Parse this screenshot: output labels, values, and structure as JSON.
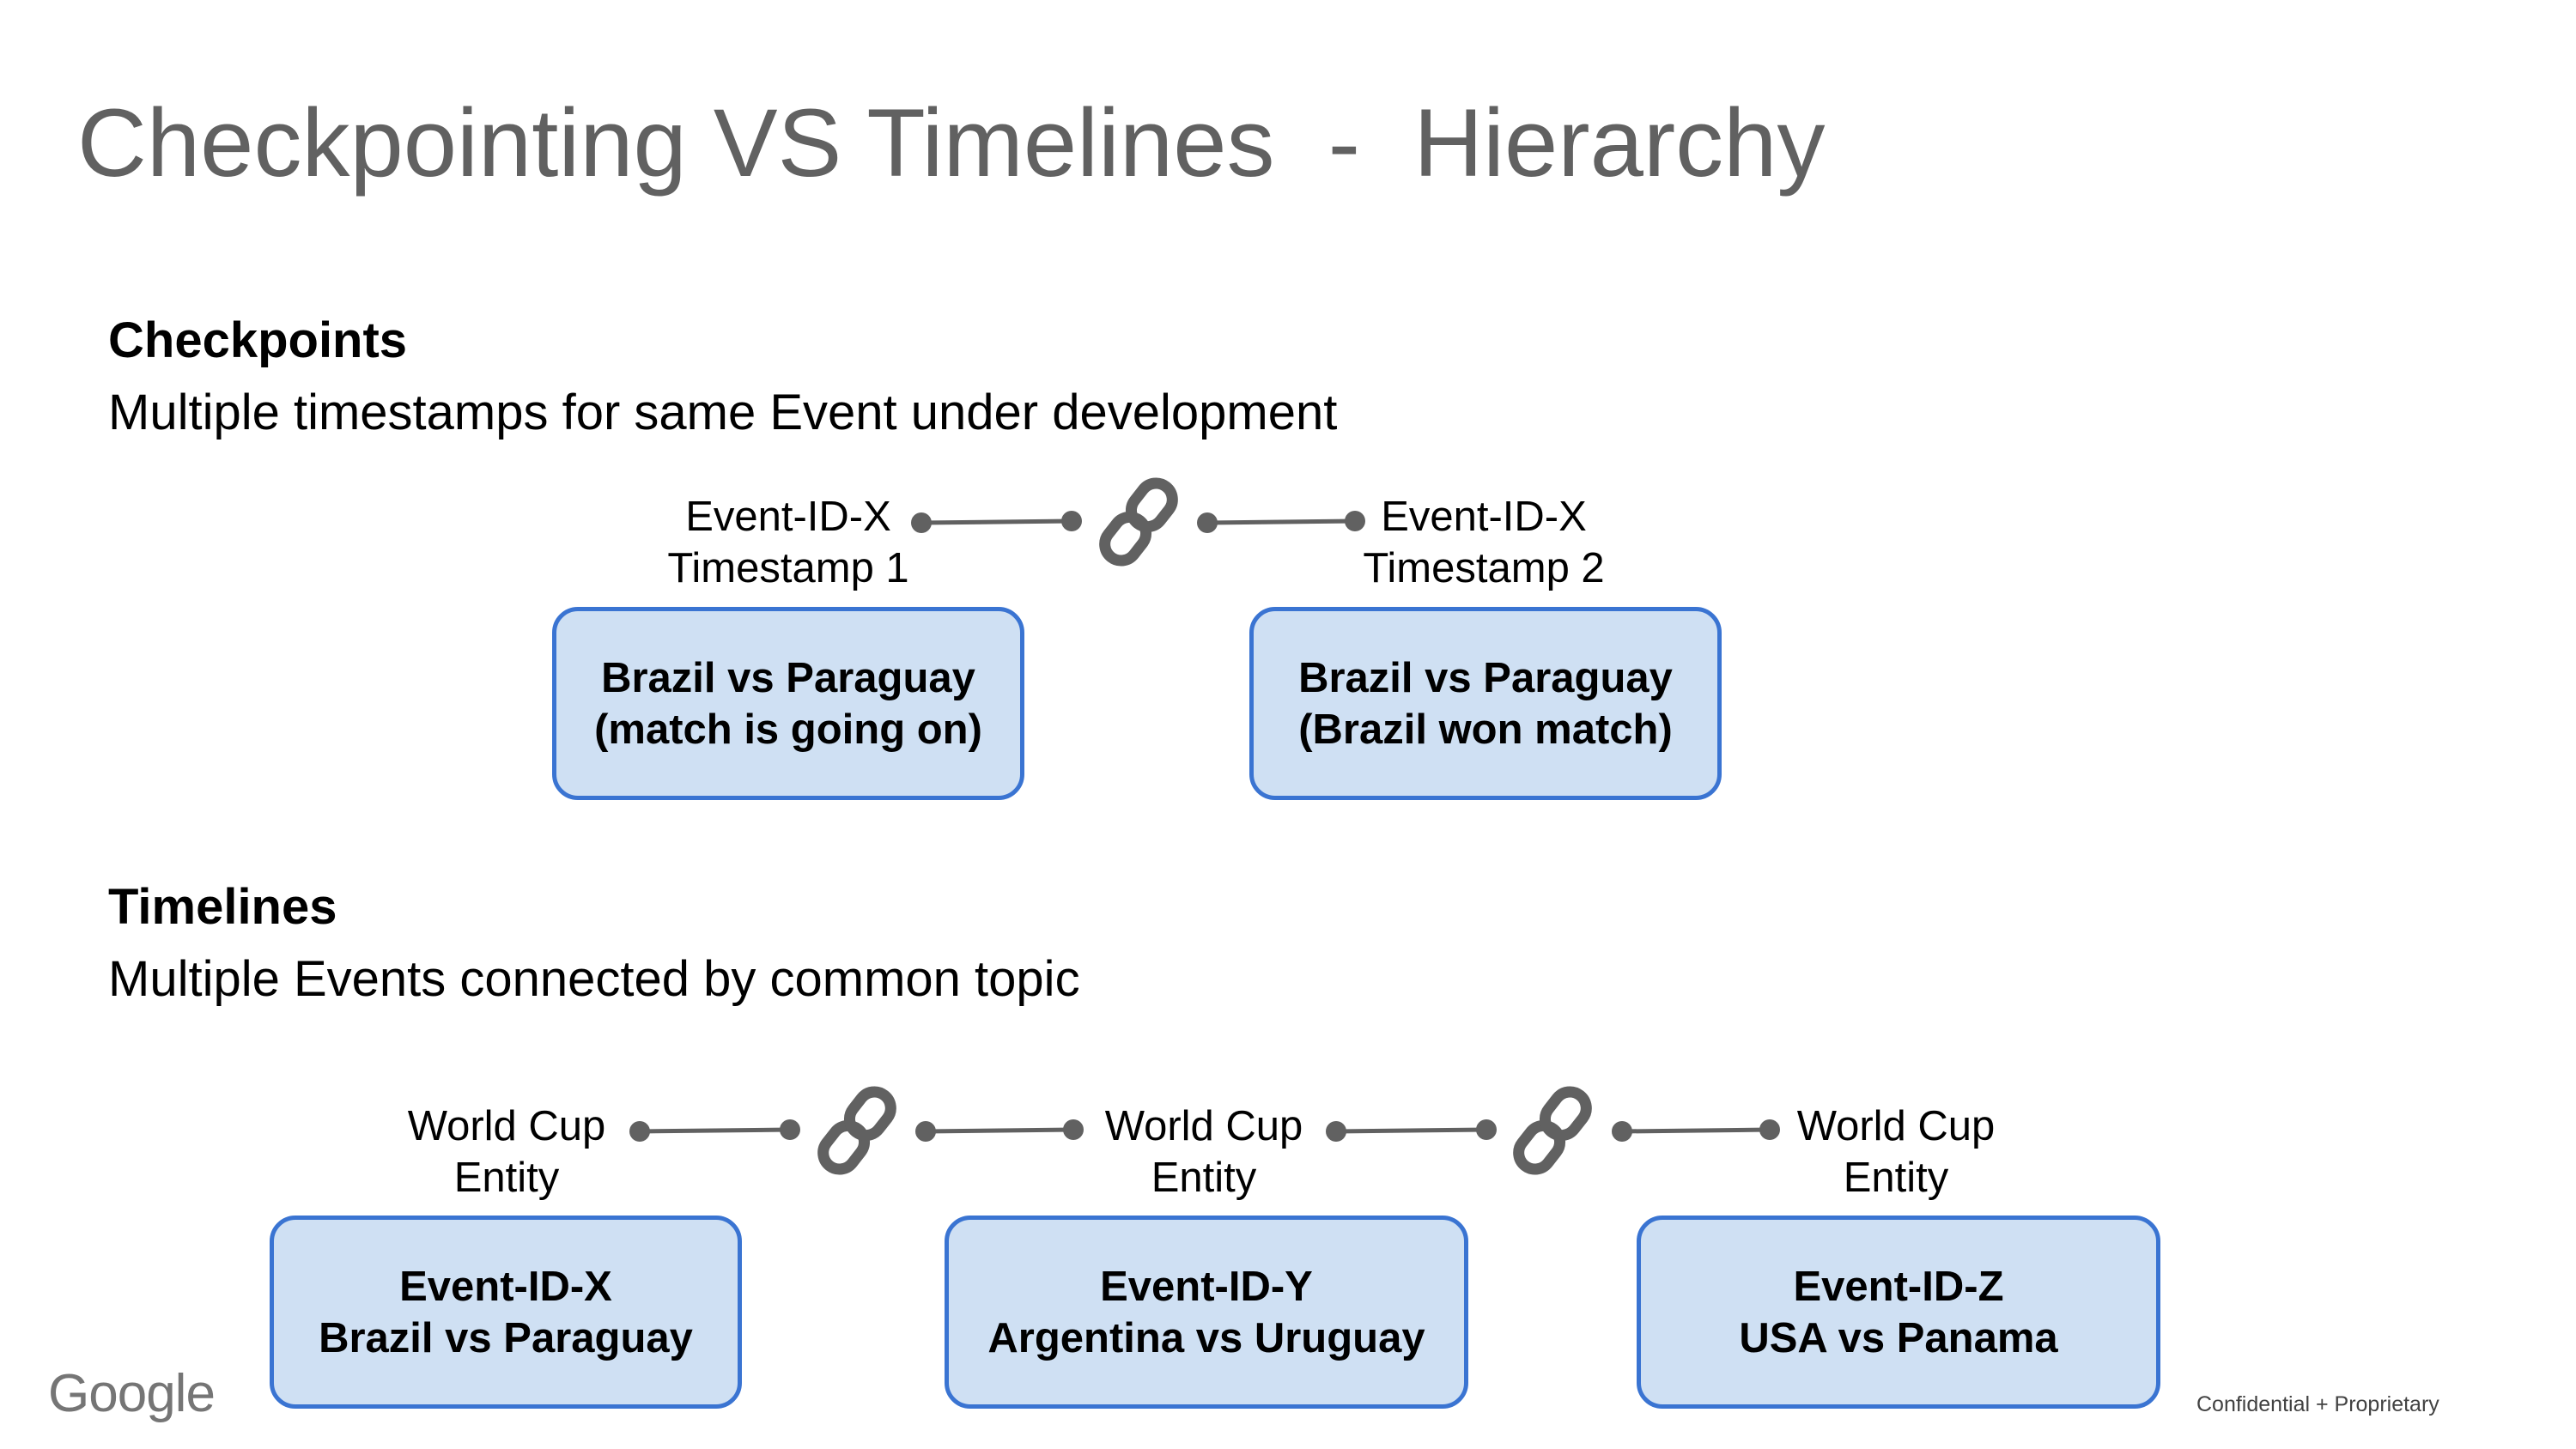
{
  "title": "Checkpointing VS Timelines  -  Hierarchy",
  "checkpoints": {
    "heading": "Checkpoints",
    "subtitle": "Multiple timestamps for same Event under development",
    "nodes": [
      {
        "label_line1": "Event-ID-X",
        "label_line2": "Timestamp 1",
        "box_line1": "Brazil vs Paraguay",
        "box_line2": "(match is going on)"
      },
      {
        "label_line1": "Event-ID-X",
        "label_line2": "Timestamp 2",
        "box_line1": "Brazil vs Paraguay",
        "box_line2": "(Brazil won match)"
      }
    ]
  },
  "timelines": {
    "heading": "Timelines",
    "subtitle": "Multiple Events connected by common topic",
    "nodes": [
      {
        "label_line1": "World Cup",
        "label_line2": "Entity",
        "box_line1": "Event-ID-X",
        "box_line2": "Brazil vs Paraguay"
      },
      {
        "label_line1": "World Cup",
        "label_line2": "Entity",
        "box_line1": "Event-ID-Y",
        "box_line2": "Argentina vs Uruguay"
      },
      {
        "label_line1": "World Cup",
        "label_line2": "Entity",
        "box_line1": "Event-ID-Z",
        "box_line2": "USA vs Panama"
      }
    ]
  },
  "footer": {
    "logo": "Google",
    "confidential": "Confidential + Proprietary"
  },
  "colors": {
    "box_fill": "#cfe0f3",
    "box_border": "#3a74d2",
    "connector": "#616161",
    "title": "#616161"
  },
  "icons": [
    "link-icon"
  ]
}
